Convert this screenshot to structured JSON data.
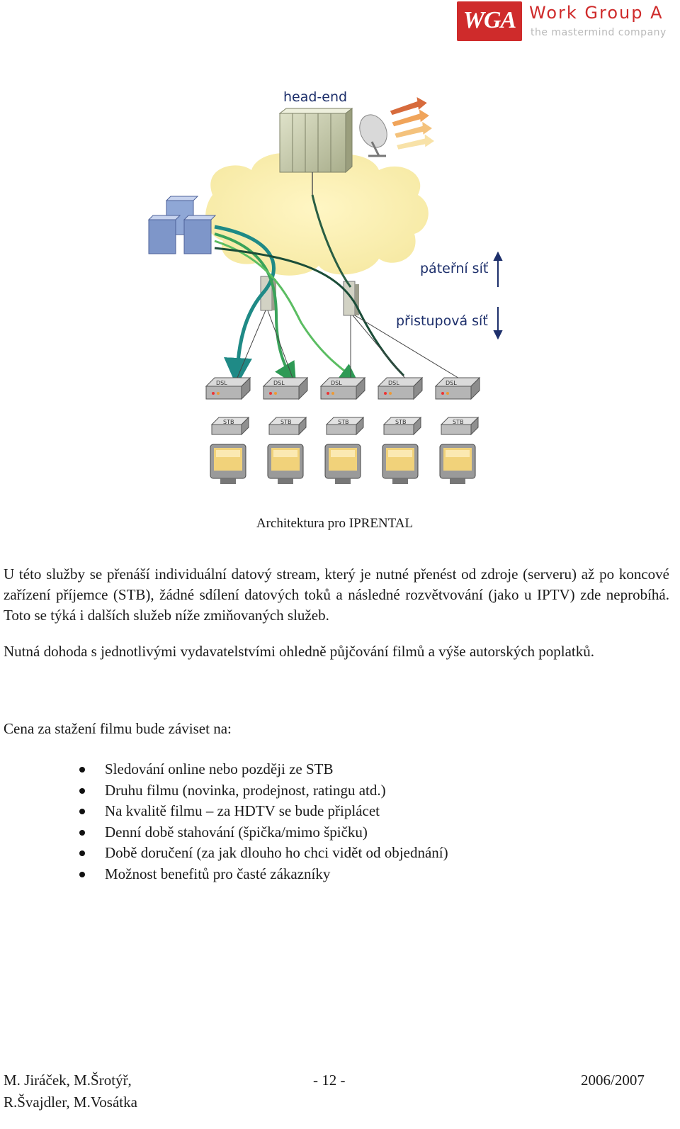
{
  "header": {
    "logo_mark": "WGA",
    "logo_name": "Work Group A",
    "logo_tagline": "the mastermind company",
    "brand_color": "#cf2b2b"
  },
  "diagram": {
    "label_headend": "head-end",
    "label_backbone": "páteřní síť",
    "label_access": "přistupová síť",
    "label_dsl": "DSL",
    "label_stb": "STB"
  },
  "caption": "Architektura pro IPRENTAL",
  "body": {
    "para1": "U této služby se přenáší individuální datový stream, který je nutné přenést od zdroje (serveru) až po koncové zařízení příjemce (STB), žádné sdílení datových toků a následné rozvětvování (jako u IPTV) zde neprobíhá. Toto se týká i dalších služeb níže zmiňovaných služeb.",
    "para2": "Nutná dohoda s jednotlivými vydavatelstvími ohledně půjčování filmů a výše autorských poplatků.",
    "para3": "Cena za stažení filmu bude záviset na:",
    "bullets": [
      "Sledování online nebo později ze STB",
      "Druhu filmu (novinka, prodejnost, ratingu atd.)",
      "Na kvalitě filmu – za HDTV se bude připlácet",
      "Denní době stahování (špička/mimo špičku)",
      "Době doručení (za jak dlouho ho chci vidět od objednání)",
      "Možnost benefitů pro časté zákazníky"
    ]
  },
  "footer": {
    "authors_line1": "M. Jiráček, M.Šrotýř,",
    "authors_line2": "R.Švajdler, M.Vosátka",
    "page_number": "- 12 -",
    "year": "2006/2007"
  }
}
